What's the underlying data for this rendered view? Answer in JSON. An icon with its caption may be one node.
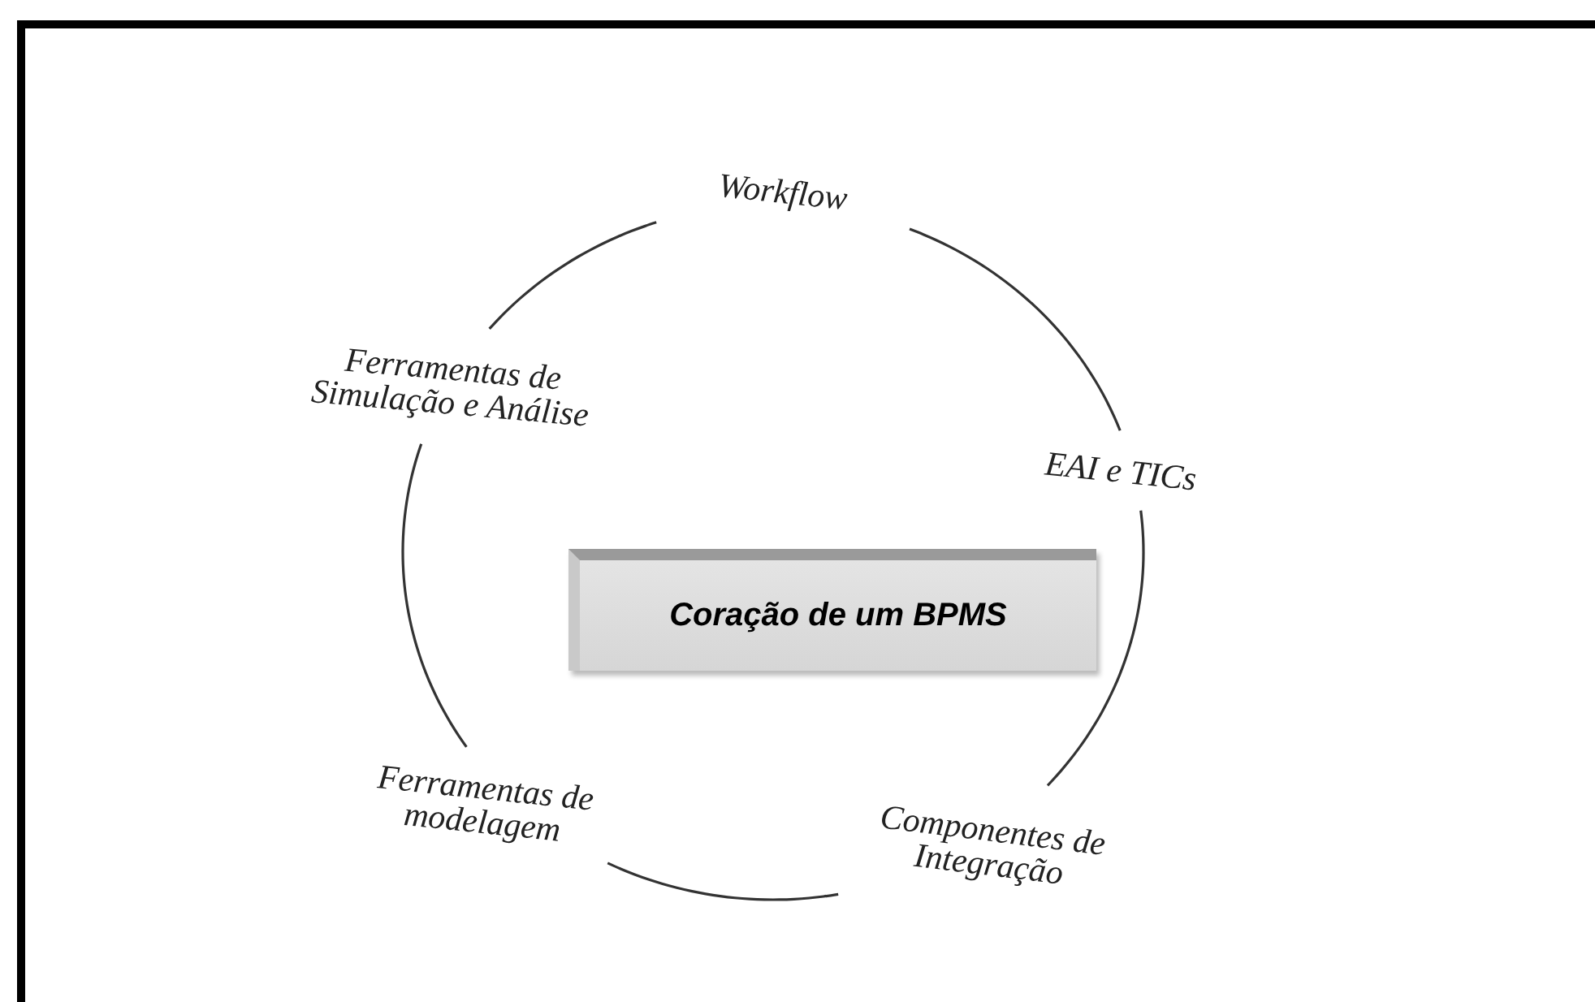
{
  "diagram": {
    "nodes": [
      {
        "text": [
          "Workflow"
        ]
      },
      {
        "text": [
          "Ferramentas de Simulação e Análise"
        ]
      },
      {
        "text": [
          "EAI e TICs"
        ]
      },
      {
        "text": [
          "Coração de um BPMS"
        ]
      },
      {
        "text": [
          "Ferramentas de modelagem"
        ]
      },
      {
        "text": [
          "Componentes de Integração"
        ]
      }
    ],
    "edges": [
      {
        "from": 0,
        "to": 2,
        "arrow": "none"
      },
      {
        "from": 2,
        "to": 5,
        "arrow": "none"
      },
      {
        "from": 5,
        "to": 4,
        "arrow": "none"
      },
      {
        "from": 4,
        "to": 1,
        "arrow": "none"
      },
      {
        "from": 1,
        "to": 0,
        "arrow": "none"
      }
    ]
  }
}
